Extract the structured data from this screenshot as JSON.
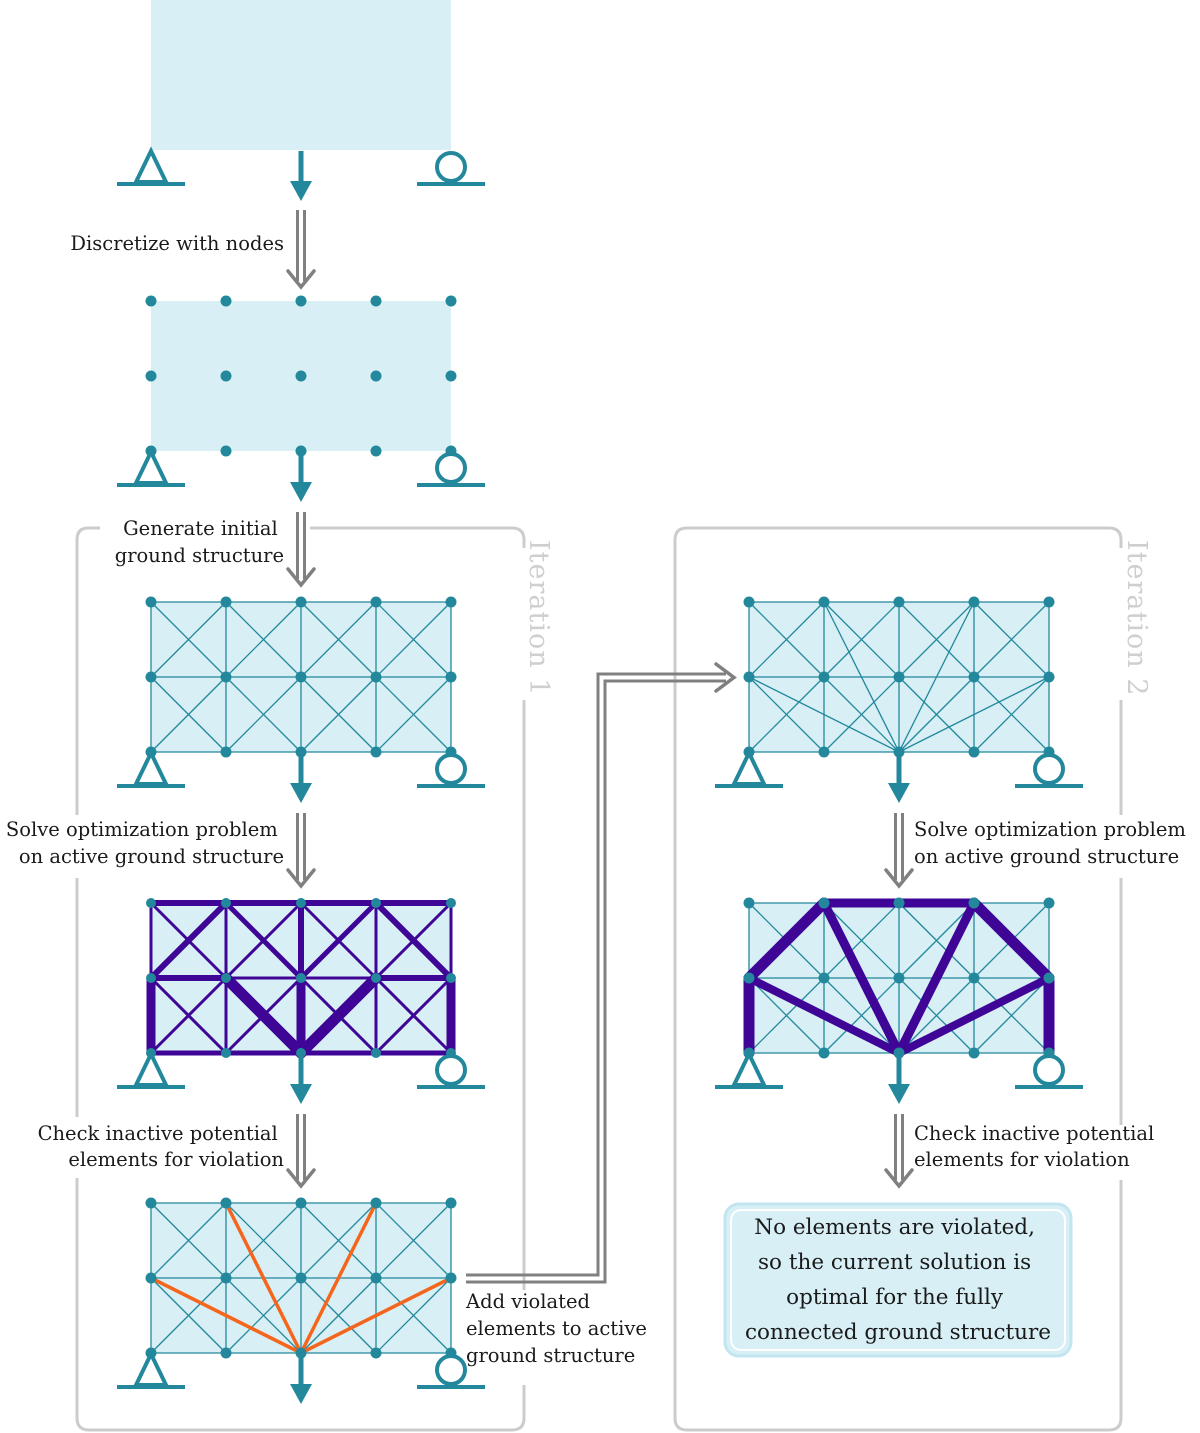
{
  "colors": {
    "domain_fill": "#d7eff5",
    "teal": "#23889c",
    "purple": "#3f0597",
    "orange": "#f5661c",
    "gray_arrow": "#808080",
    "frame_gray": "#cccccc"
  },
  "steps": {
    "discretize": [
      "Discretize with nodes"
    ],
    "generate": [
      "Generate initial",
      "ground structure"
    ],
    "solve_1": [
      "Solve optimization problem",
      "on active ground structure"
    ],
    "check_1": [
      "Check inactive potential",
      "elements for violation"
    ],
    "add_violated": [
      "Add violated",
      "elements to active",
      "ground structure"
    ],
    "solve_2": [
      "Solve optimization problem",
      "on active ground structure"
    ],
    "check_2": [
      "Check inactive potential",
      "elements for violation"
    ]
  },
  "iterations": [
    {
      "title": "Iteration 1"
    },
    {
      "title": "Iteration 2"
    }
  ],
  "conclusion": [
    "No elements are violated,",
    "so the current solution is",
    "optimal for the fully",
    "connected ground structure"
  ],
  "icons": {
    "support_left": "pin-support-icon",
    "support_right": "roller-support-icon",
    "load": "load-arrow-icon"
  }
}
